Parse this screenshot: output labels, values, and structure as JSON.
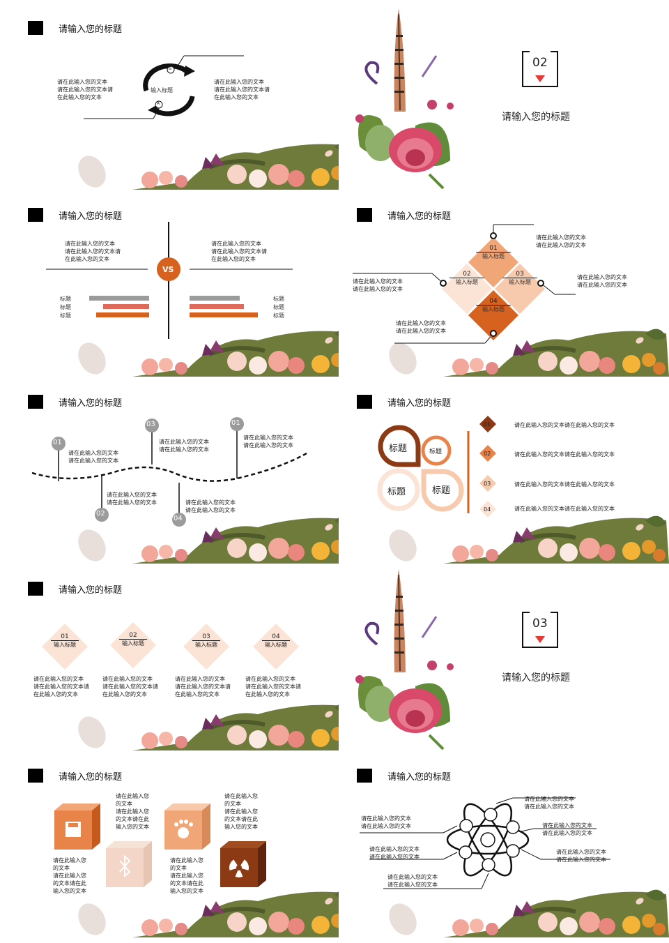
{
  "slide1": {
    "title": "请输入您的标题",
    "left_text": "请在此输入您的文本\n请在此输入您的文本请\n在此输入您的文本",
    "center": "输入标题",
    "a": "A",
    "b": "B",
    "right_text": "请在此输入您的文本\n请在此输入您的文本请\n在此输入您的文本"
  },
  "section2": {
    "num": "02",
    "title": "请输入您的标题"
  },
  "slide3": {
    "title": "请输入您的标题",
    "left_text": "请在此输入您的文本\n请在此输入您的文本请\n在此输入您的文本",
    "right_text": "请在此输入您的文本\n请在此输入您的文本请\n在此输入您的文本",
    "vs": "VS",
    "labels_left": [
      "标题",
      "标题",
      "标题"
    ],
    "labels_right": [
      "标题",
      "标题",
      "标题"
    ]
  },
  "slide4": {
    "title": "请输入您的标题",
    "items": [
      {
        "num": "01",
        "label": "输入标题"
      },
      {
        "num": "02",
        "label": "输入标题"
      },
      {
        "num": "03",
        "label": "输入标题"
      },
      {
        "num": "04",
        "label": "输入标题"
      }
    ],
    "t_top": "请在此输入您的文本\n请在此输入您的文本",
    "t_left": "请在此输入您的文本\n请在此输入您的文本",
    "t_right": "请在此输入您的文本\n请在此输入您的文本",
    "t_bottom": "请在此输入您的文本\n请在此输入您的文本"
  },
  "slide5": {
    "title": "请输入您的标题",
    "nodes": [
      "01",
      "02",
      "03",
      "04",
      "01"
    ],
    "texts": [
      "请在此输入您的文本\n请在此输入您的文本",
      "请在此输入您的文本\n请在此输入您的文本",
      "请在此输入您的文本\n请在此输入您的文本",
      "请在此输入您的文本\n请在此输入您的文本",
      "请在此输入您的文本\n请在此输入您的文本"
    ]
  },
  "slide6": {
    "title": "请输入您的标题",
    "petals": [
      "标题",
      "标题",
      "标题",
      "标题"
    ],
    "items": [
      {
        "num": "01",
        "text": "请在此输入您的文本请在此输入您的文本"
      },
      {
        "num": "02",
        "text": "请在此输入您的文本请在此输入您的文本"
      },
      {
        "num": "03",
        "text": "请在此输入您的文本请在此输入您的文本"
      },
      {
        "num": "04",
        "text": "请在此输入您的文本请在此输入您的文本"
      }
    ]
  },
  "slide7": {
    "title": "请输入您的标题",
    "items": [
      {
        "num": "01",
        "label": "输入标题",
        "text": "请在此输入您的文本\n请在此输入您的文本请\n在此输入您的文本"
      },
      {
        "num": "02",
        "label": "输入标题",
        "text": "请在此输入您的文本\n请在此输入您的文本请\n在此输入您的文本"
      },
      {
        "num": "03",
        "label": "输入标题",
        "text": "请在此输入您的文本\n请在此输入您的文本请\n在此输入您的文本"
      },
      {
        "num": "04",
        "label": "输入标题",
        "text": "请在此输入您的文本\n请在此输入您的文本请\n在此输入您的文本"
      }
    ]
  },
  "section3": {
    "num": "03",
    "title": "请输入您的标题"
  },
  "slide9": {
    "title": "请输入您的标题",
    "t1": "请在此输入您\n的文本\n请在此输入您\n的文本请在此\n输入您的文本",
    "t2": "请在此输入您\n的文本\n请在此输入您\n的文本请在此\n输入您的文本",
    "t3": "请在此输入您\n的文本\n请在此输入您\n的文本请在此\n输入您的文本",
    "t4": "请在此输入您\n的文本\n请在此输入您\n的文本请在此\n输入您的文本",
    "icons": [
      "save-icon",
      "bluetooth-icon",
      "paw-icon",
      "radiation-icon"
    ],
    "colors": [
      "#e8834a",
      "#f3d6c7",
      "#f1a678",
      "#8b3a14"
    ]
  },
  "slide10": {
    "title": "请输入您的标题",
    "texts": [
      "请在此输入您的文本\n请在此输入您的文本",
      "请在此输入您的文本\n请在此输入您的文本",
      "请在此输入您的文本\n请在此输入您的文本",
      "请在此输入您的文本\n请在此输入您的文本",
      "请在此输入您的文本\n请在此输入您的文本",
      "请在此输入您的文本\n请在此输入您的文本"
    ]
  },
  "colors": {
    "accent": "#d7621f",
    "peach": "#f7c9ad",
    "light": "#fbe3d5",
    "brown": "#8b3a14",
    "gray": "#9b9b9b",
    "red": "#e53935"
  }
}
